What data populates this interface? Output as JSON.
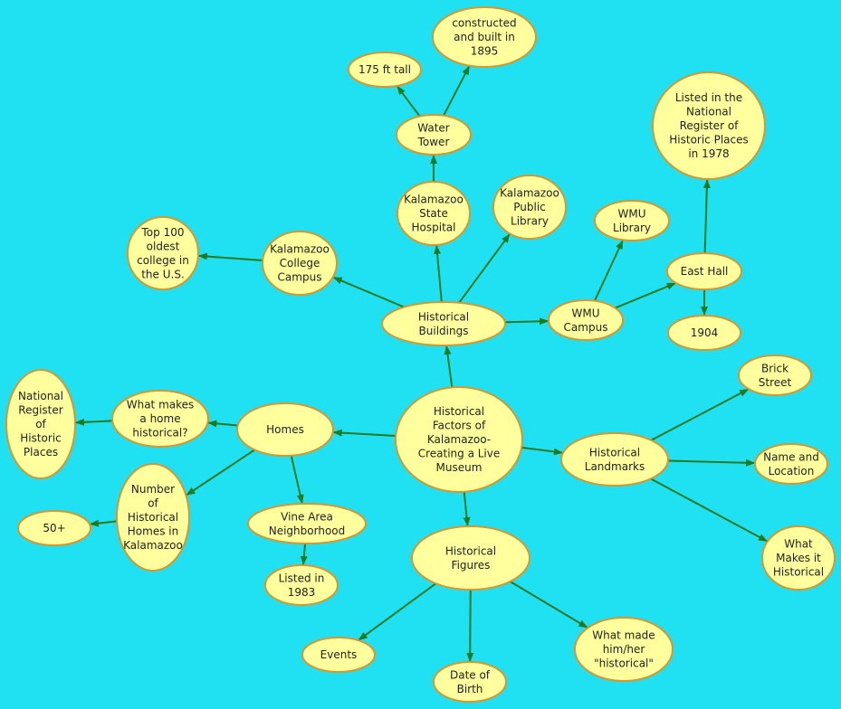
{
  "colors": {
    "background": "#1fe1f2",
    "node_fill": "#ffff9e",
    "node_stroke": "#d9962b",
    "edge": "#1f7a1f"
  },
  "nodes": [
    {
      "id": "center",
      "lines": [
        "Historical",
        "Factors of",
        "Kalamazoo-",
        "Creating a Live",
        "Museum"
      ]
    },
    {
      "id": "buildings",
      "lines": [
        "Historical",
        "Buildings"
      ]
    },
    {
      "id": "homes",
      "lines": [
        "Homes"
      ]
    },
    {
      "id": "landmarks",
      "lines": [
        "Historical",
        "Landmarks"
      ]
    },
    {
      "id": "figures",
      "lines": [
        "Historical",
        "Figures"
      ]
    },
    {
      "id": "water_tower",
      "lines": [
        "Water",
        "Tower"
      ]
    },
    {
      "id": "ft175",
      "lines": [
        "175 ft tall"
      ]
    },
    {
      "id": "built1895",
      "lines": [
        "constructed",
        "and built in",
        "1895"
      ]
    },
    {
      "id": "state_hospital",
      "lines": [
        "Kalamazoo",
        "State",
        "Hospital"
      ]
    },
    {
      "id": "public_library",
      "lines": [
        "Kalamazoo",
        "Public",
        "Library"
      ]
    },
    {
      "id": "k_college",
      "lines": [
        "Kalamazoo",
        "College",
        "Campus"
      ]
    },
    {
      "id": "top100",
      "lines": [
        "Top 100",
        "oldest",
        "college in",
        "the U.S."
      ]
    },
    {
      "id": "wmu_campus",
      "lines": [
        "WMU",
        "Campus"
      ]
    },
    {
      "id": "wmu_library",
      "lines": [
        "WMU",
        "Library"
      ]
    },
    {
      "id": "east_hall",
      "lines": [
        "East Hall"
      ]
    },
    {
      "id": "listed1978",
      "lines": [
        "Listed in the",
        "National",
        "Register of",
        "Historic Places",
        "in 1978"
      ]
    },
    {
      "id": "y1904",
      "lines": [
        "1904"
      ]
    },
    {
      "id": "what_makes_home",
      "lines": [
        "What makes",
        "a home",
        "historical?"
      ]
    },
    {
      "id": "national_register",
      "lines": [
        "National",
        "Register",
        "of",
        "Historic",
        "Places"
      ]
    },
    {
      "id": "num_homes",
      "lines": [
        "Number",
        "of",
        "Historical",
        "Homes in",
        "Kalamazoo"
      ]
    },
    {
      "id": "fifty",
      "lines": [
        "50+"
      ]
    },
    {
      "id": "vine",
      "lines": [
        "Vine Area",
        "Neighborhood"
      ]
    },
    {
      "id": "listed1983",
      "lines": [
        "Listed in",
        "1983"
      ]
    },
    {
      "id": "brick",
      "lines": [
        "Brick",
        "Street"
      ]
    },
    {
      "id": "name_loc",
      "lines": [
        "Name and",
        "Location"
      ]
    },
    {
      "id": "what_makes_it",
      "lines": [
        "What",
        "Makes it",
        "Historical"
      ]
    },
    {
      "id": "events",
      "lines": [
        "Events"
      ]
    },
    {
      "id": "dob",
      "lines": [
        "Date of",
        "Birth"
      ]
    },
    {
      "id": "what_made",
      "lines": [
        "What made",
        "him/her",
        "\"historical\""
      ]
    }
  ],
  "edges": [
    [
      "center",
      "buildings"
    ],
    [
      "center",
      "homes"
    ],
    [
      "center",
      "landmarks"
    ],
    [
      "center",
      "figures"
    ],
    [
      "buildings",
      "k_college"
    ],
    [
      "buildings",
      "state_hospital"
    ],
    [
      "buildings",
      "public_library"
    ],
    [
      "buildings",
      "wmu_campus"
    ],
    [
      "state_hospital",
      "water_tower"
    ],
    [
      "water_tower",
      "ft175"
    ],
    [
      "water_tower",
      "built1895"
    ],
    [
      "k_college",
      "top100"
    ],
    [
      "wmu_campus",
      "wmu_library"
    ],
    [
      "wmu_campus",
      "east_hall"
    ],
    [
      "east_hall",
      "listed1978"
    ],
    [
      "east_hall",
      "y1904"
    ],
    [
      "homes",
      "what_makes_home"
    ],
    [
      "what_makes_home",
      "national_register"
    ],
    [
      "homes",
      "num_homes"
    ],
    [
      "num_homes",
      "fifty"
    ],
    [
      "homes",
      "vine"
    ],
    [
      "vine",
      "listed1983"
    ],
    [
      "landmarks",
      "brick"
    ],
    [
      "landmarks",
      "name_loc"
    ],
    [
      "landmarks",
      "what_makes_it"
    ],
    [
      "figures",
      "events"
    ],
    [
      "figures",
      "dob"
    ],
    [
      "figures",
      "what_made"
    ]
  ]
}
